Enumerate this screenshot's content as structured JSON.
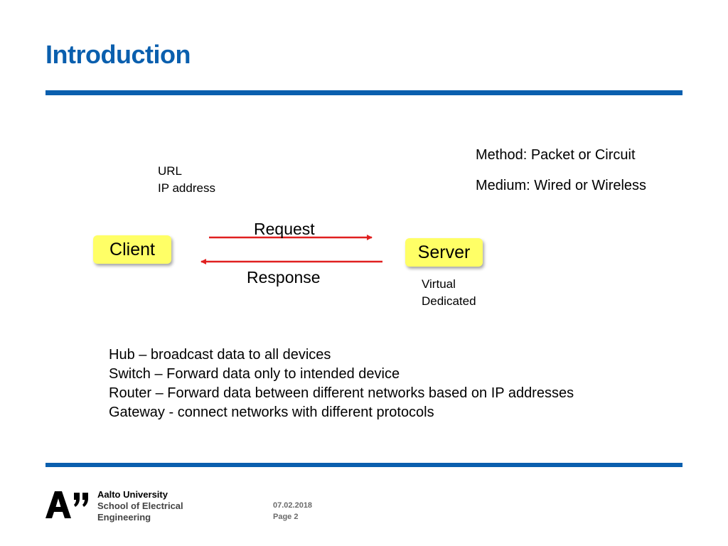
{
  "slide": {
    "title": "Introduction"
  },
  "diagram": {
    "client_label": "Client",
    "server_label": "Server",
    "request_label": "Request",
    "response_label": "Response",
    "client_notes": [
      "URL",
      "IP address"
    ],
    "server_notes": [
      "Virtual",
      "Dedicated"
    ],
    "network_notes": [
      "Method: Packet or Circuit",
      "Medium: Wired or Wireless"
    ],
    "arrow_color": "#e02020",
    "node_color": "#ffff66"
  },
  "devices": [
    "Hub – broadcast data to all devices",
    "Switch – Forward data only to intended device",
    "Router – Forward data between different networks based on IP addresses",
    "Gateway - connect networks with different protocols"
  ],
  "footer": {
    "university_lines": [
      "Aalto University",
      "School of Electrical",
      "Engineering"
    ],
    "date": "07.02.2018",
    "page": "Page 2"
  },
  "theme": {
    "accent": "#0a5fae"
  }
}
